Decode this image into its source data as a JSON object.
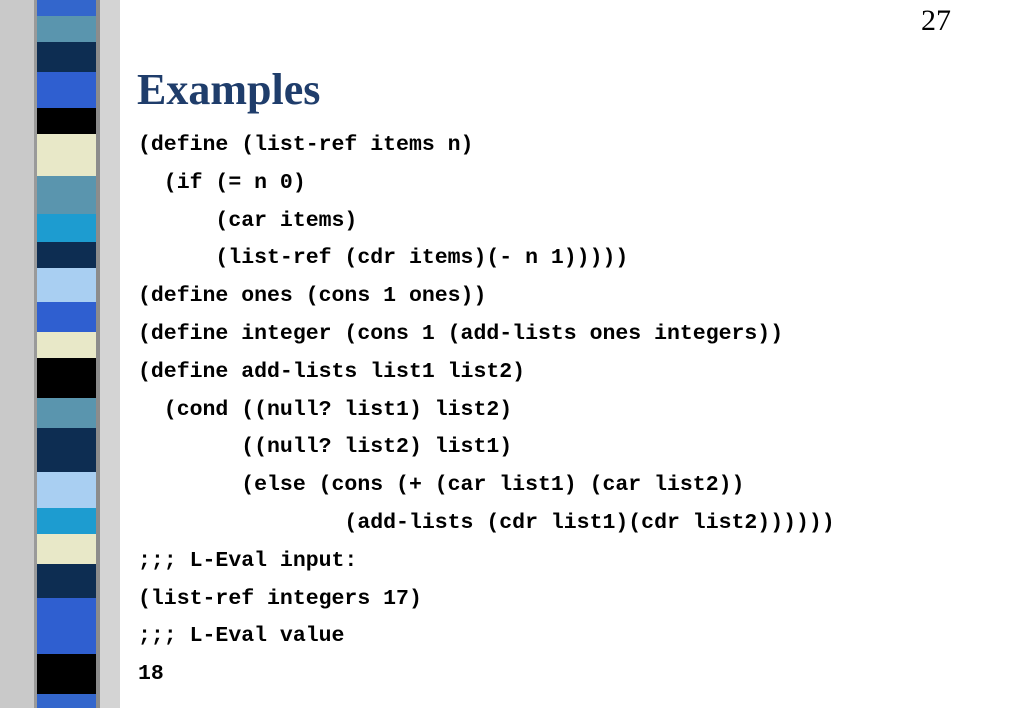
{
  "slide": {
    "page_number": "27",
    "title": "Examples"
  },
  "colors": {
    "title": "#1f3d6b",
    "stripes": [
      "#3366cc",
      "#5a95ae",
      "#0d2d52",
      "#2f5fd0",
      "#000000",
      "#e8e8c8",
      "#5a95ae",
      "#1d9cd0",
      "#0d2d52",
      "#a9cff2",
      "#2f5fd0"
    ]
  },
  "code_lines": [
    "(define (list-ref items n)",
    "  (if (= n 0)",
    "      (car items)",
    "      (list-ref (cdr items)(- n 1)))))",
    "(define ones (cons 1 ones))",
    "(define integer (cons 1 (add-lists ones integers))",
    "(define add-lists list1 list2)",
    "  (cond ((null? list1) list2)",
    "        ((null? list2) list1)",
    "        (else (cons (+ (car list1) (car list2))",
    "                (add-lists (cdr list1)(cdr list2))))))",
    ";;; L-Eval input:",
    "(list-ref integers 17)",
    ";;; L-Eval value",
    "18"
  ]
}
